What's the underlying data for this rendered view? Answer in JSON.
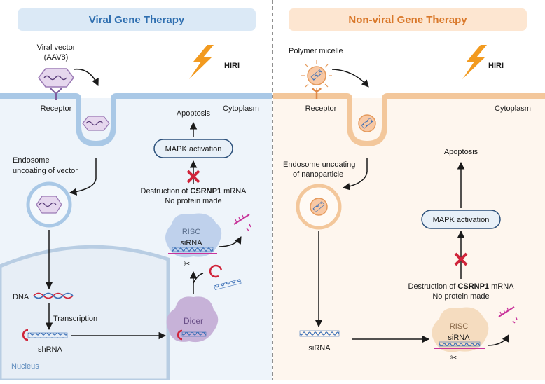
{
  "left": {
    "title": "Viral Gene Therapy",
    "vector_line1": "Viral vector",
    "vector_line2": "(AAV8)",
    "hiri": "HIRI",
    "receptor": "Receptor",
    "cytoplasm": "Cytoplasm",
    "apoptosis": "Apoptosis",
    "mapk": "MAPK activation",
    "destruction_prefix": "Destruction of ",
    "gene": "CSRNP1",
    "destruction_suffix": " mRNA",
    "no_protein": "No protein made",
    "endosome_line1": "Endosome",
    "endosome_line2": "uncoating of vector",
    "risc": "RISC",
    "sirna": "siRNA",
    "dicer": "Dicer",
    "dna": "DNA",
    "transcription": "Transcription",
    "shrna": "shRNA",
    "nucleus": "Nucleus"
  },
  "right": {
    "title": "Non-viral Gene Therapy",
    "micelle": "Polymer micelle",
    "hiri": "HIRI",
    "receptor": "Receptor",
    "cytoplasm": "Cytoplasm",
    "endosome_line1": "Endosome uncoating",
    "endosome_line2": "of nanoparticle",
    "apoptosis": "Apoptosis",
    "mapk": "MAPK activation",
    "destruction_prefix": "Destruction of ",
    "gene": "CSRNP1",
    "destruction_suffix": " mRNA",
    "no_protein": "No protein made",
    "sirna": "siRNA",
    "risc": "RISC",
    "risc_sirna": "siRNA"
  },
  "colors": {
    "left_bg": "#eef4fa",
    "left_membrane": "#a9c8e6",
    "left_title_bg": "#dbe9f6",
    "left_title": "#2f6fb0",
    "right_bg": "#fef6ee",
    "right_membrane": "#f3c79b",
    "right_title_bg": "#fde6d1",
    "right_title": "#d9782a",
    "inhibit": "#d0243a",
    "lightning": "#f29a1f"
  }
}
